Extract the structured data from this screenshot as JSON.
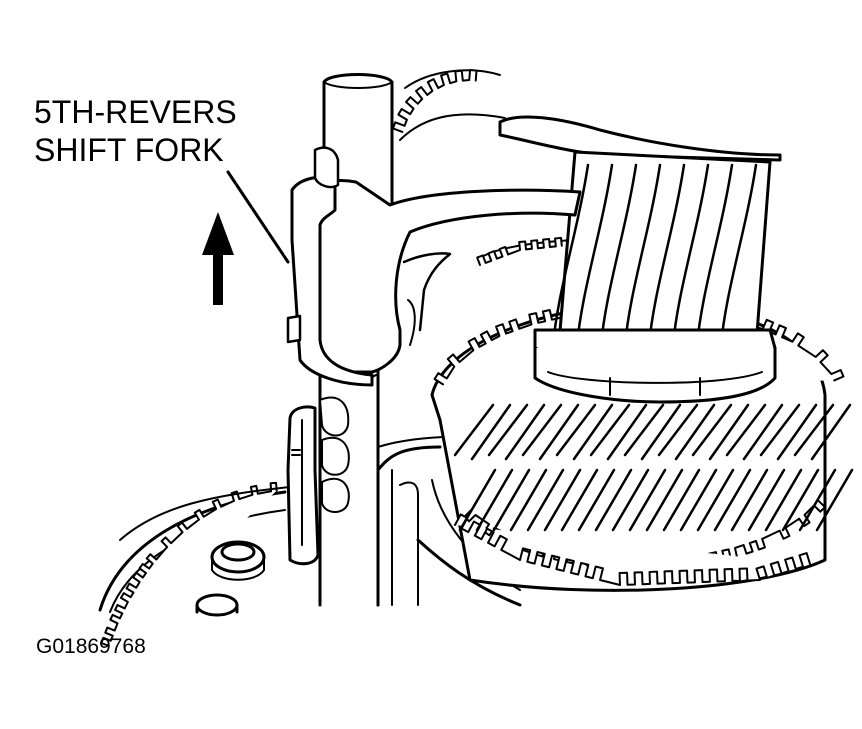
{
  "callout": {
    "line1": "5TH-REVERS",
    "line2": "SHIFT FORK"
  },
  "figure_id": "G01869768",
  "colors": {
    "ink": "#000000",
    "paper": "#ffffff",
    "wheel_gray": "#cfcfcf"
  },
  "icons": {
    "direction_arrow": "up-arrow-icon"
  }
}
